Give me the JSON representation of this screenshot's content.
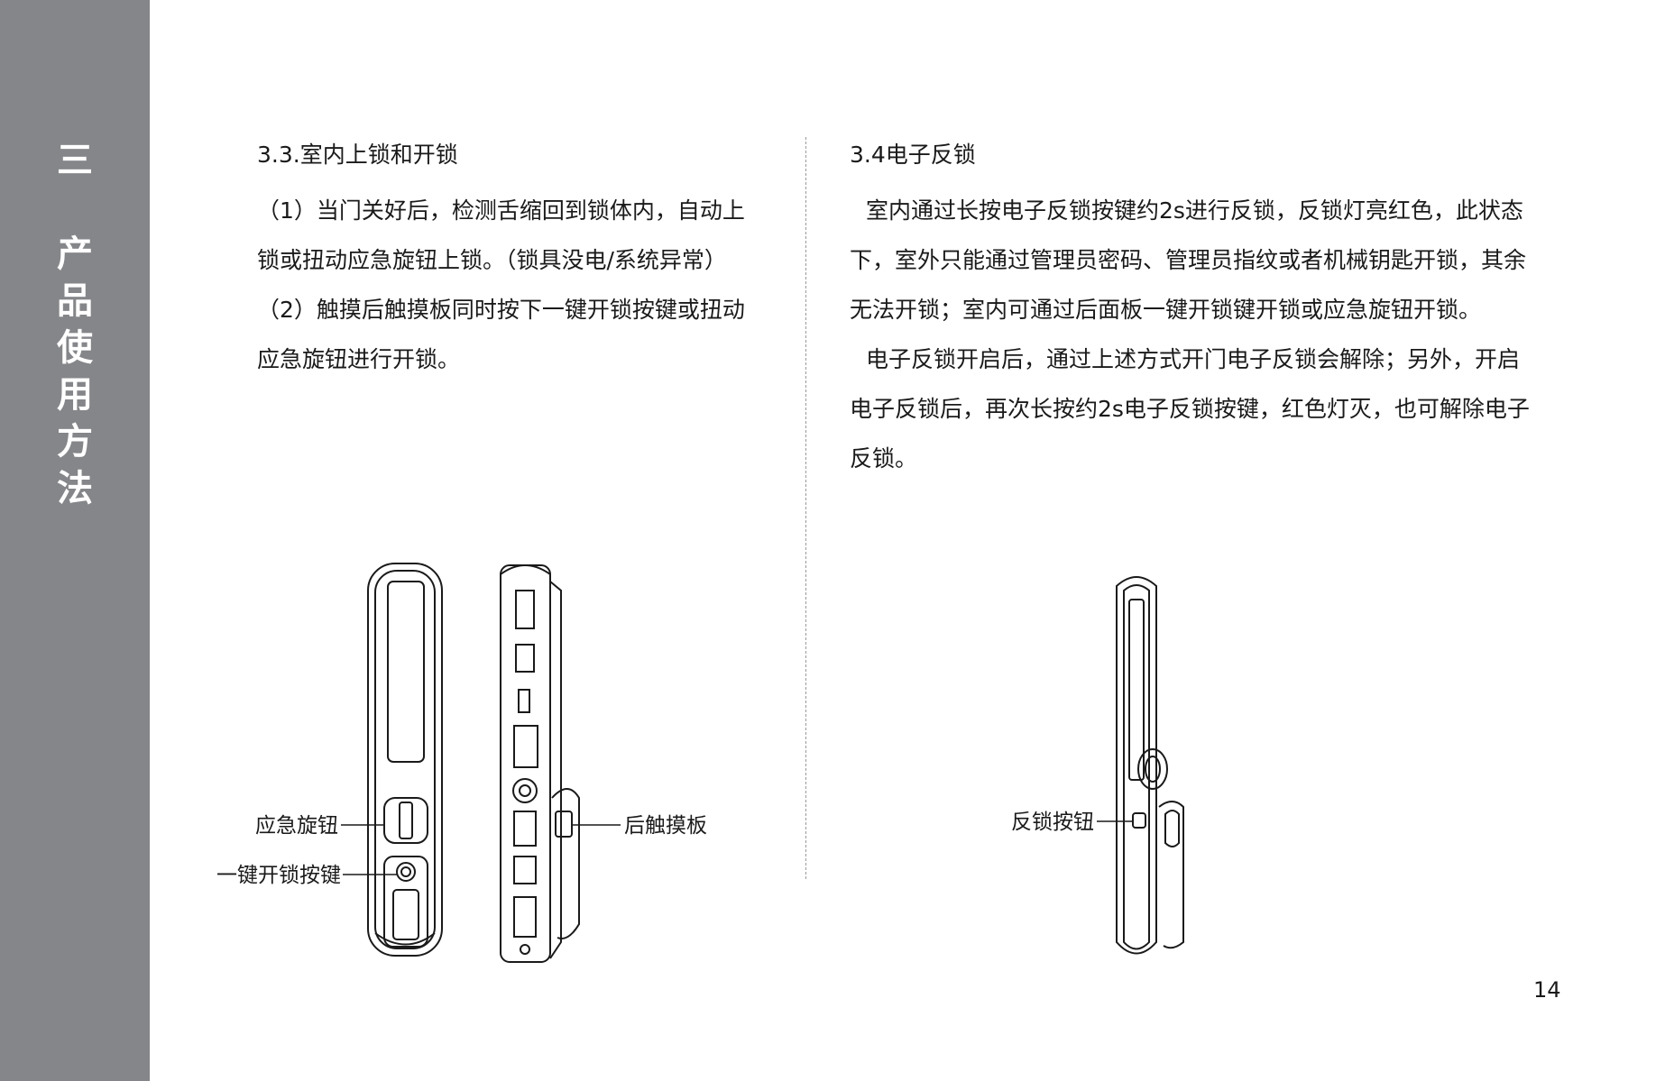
{
  "sidebar": {
    "chapter_number": "三",
    "chapter_chars": [
      "产",
      "品",
      "使",
      "用",
      "方",
      "法"
    ]
  },
  "left": {
    "heading": "3.3.室内上锁和开锁",
    "para1": "（1）当门关好后，检测舌缩回到锁体内，自动上锁或扭动应急旋钮上锁。（锁具没电/系统异常）",
    "para2": "（2）触摸后触摸板同时按下一键开锁按键或扭动应急旋钮进行开锁。",
    "figure_labels": {
      "emergency_knob": "应急旋钮",
      "one_key_unlock": "一键开锁按键",
      "rear_touchpad": "后触摸板"
    }
  },
  "right": {
    "heading": "3.4电子反锁",
    "para1": "室内通过长按电子反锁按键约2s进行反锁，反锁灯亮红色，此状态下，室外只能通过管理员密码、管理员指纹或者机械钥匙开锁，其余无法开锁；室内可通过后面板一键开锁键开锁或应急旋钮开锁。",
    "para2": "电子反锁开启后，通过上述方式开门电子反锁会解除；另外，开启电子反锁后，再次长按约2s电子反锁按键，红色灯灭，也可解除电子反锁。",
    "figure_labels": {
      "lock_button": "反锁按钮"
    }
  },
  "page_number": "14",
  "colors": {
    "sidebar": "#858689",
    "text": "#1a1a1a"
  }
}
